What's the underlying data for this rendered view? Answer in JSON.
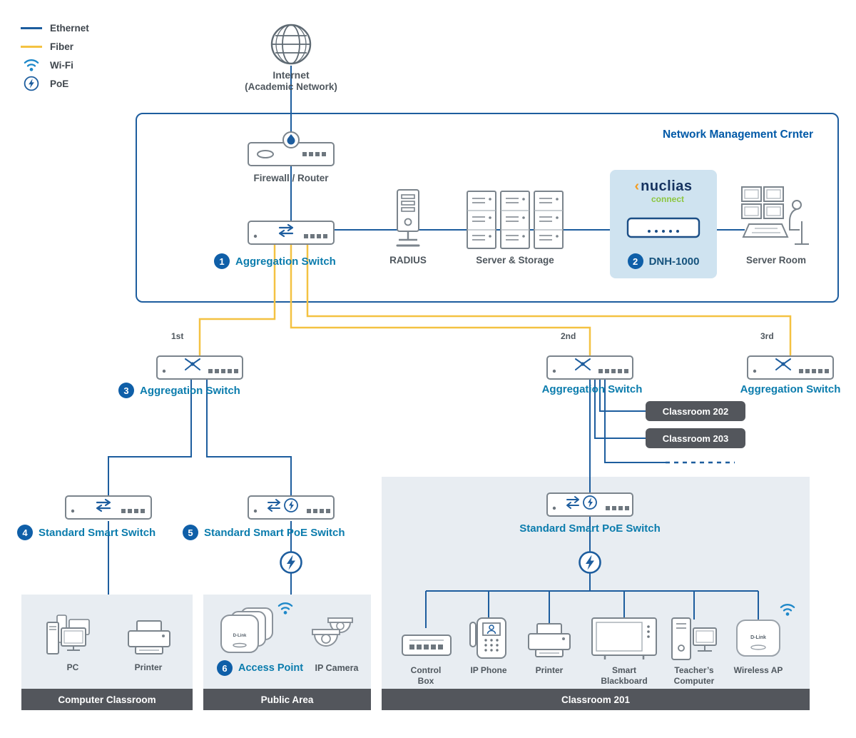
{
  "colors": {
    "ethernet": "#1d5d9e",
    "fiber": "#f4c242",
    "wifi": "#1e88c9",
    "accent": "#0f5fa8",
    "teal": "#0b7cad",
    "panel": "#e8edf2",
    "badge": "#53565c",
    "title_blue": "#0059a7"
  },
  "legend": {
    "items": [
      {
        "icon": "ethernet-line",
        "label": "Ethernet"
      },
      {
        "icon": "fiber-line",
        "label": "Fiber"
      },
      {
        "icon": "wifi-icon",
        "label": "Wi-Fi"
      },
      {
        "icon": "poe-icon",
        "label": "PoE"
      }
    ]
  },
  "internet": {
    "line1": "Internet",
    "line2": "(Academic Network)"
  },
  "nmc": {
    "title": "Network Management Crnter",
    "firewall_label": "Firewall / Router",
    "agg_switch": {
      "num": "1",
      "label": "Aggregation Switch"
    },
    "radius_label": "RADIUS",
    "servers_label": "Server & Storage",
    "nuclias": {
      "chevron": "‹",
      "brand": "nuclias",
      "sub": "connect",
      "num": "2",
      "label": "DNH-1000"
    },
    "server_room_label": "Server Room"
  },
  "tiers": {
    "first": {
      "tier": "1st",
      "num": "3",
      "label": "Aggregation Switch"
    },
    "second": {
      "tier": "2nd",
      "label": "Aggregation Switch"
    },
    "third": {
      "tier": "3rd",
      "label": "Aggregation Switch"
    },
    "badges": [
      {
        "label": "Classroom 202"
      },
      {
        "label": "Classroom 203"
      }
    ]
  },
  "edge": {
    "smart_switch": {
      "num": "4",
      "label": "Standard Smart Switch"
    },
    "poe_switch": {
      "num": "5",
      "label": "Standard Smart PoE Switch"
    }
  },
  "rooms": {
    "computer_classroom": {
      "title": "Computer Classroom",
      "pc_label": "PC",
      "printer_label": "Printer"
    },
    "public_area": {
      "title": "Public Area",
      "ap": {
        "num": "6",
        "label": "Access Point",
        "brand": "D-Link"
      },
      "camera_label": "IP Camera"
    },
    "classroom201": {
      "title": "Classroom 201",
      "switch_label": "Standard Smart PoE Switch",
      "ap_brand": "D-Link",
      "devices": [
        {
          "label": "Control Box"
        },
        {
          "label": "IP Phone"
        },
        {
          "label": "Printer"
        },
        {
          "label": "Smart Blackboard"
        },
        {
          "label": "Teacher’s Computer"
        },
        {
          "label": "Wireless AP"
        }
      ]
    }
  }
}
